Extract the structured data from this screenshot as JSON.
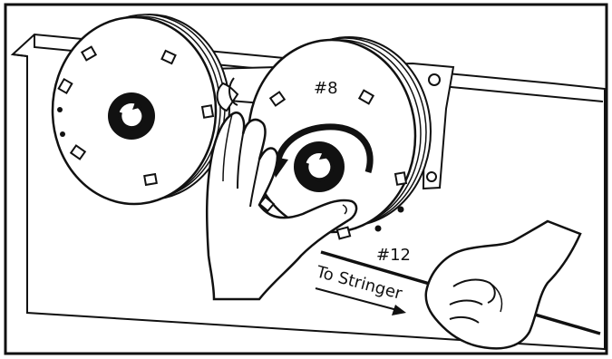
{
  "labels": {
    "reel_8": "#8",
    "reel_12": "#12",
    "to_stringer": "To Stringer"
  }
}
